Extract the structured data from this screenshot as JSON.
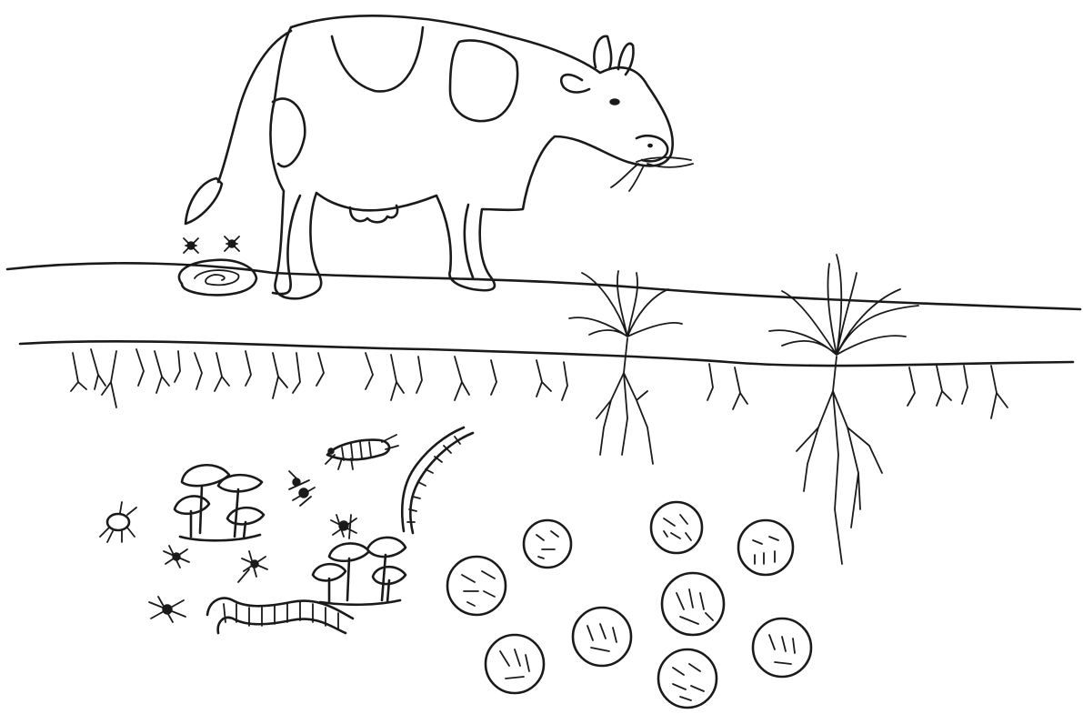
{
  "illustration": {
    "subject": "pasture-soil-food-web",
    "background_color": "#ffffff",
    "ink_color": "#1a1a1a",
    "elements": [
      "cow",
      "dung",
      "dung-flies",
      "grass-clumps",
      "grass-roots",
      "mushrooms",
      "earthworms",
      "mites",
      "ants",
      "springtail",
      "microbe-colonies"
    ]
  }
}
